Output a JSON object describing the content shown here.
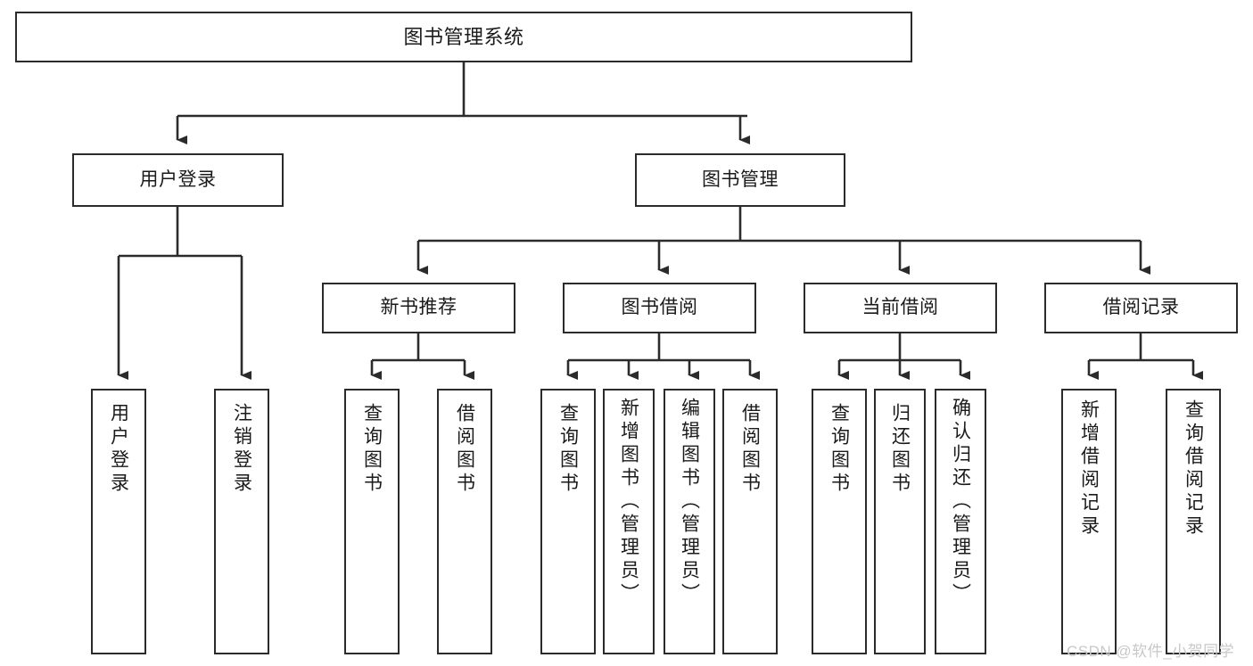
{
  "diagram": {
    "title": "图书管理系统",
    "type": "hierarchy-tree",
    "colors": {
      "box_stroke": "#2b2b2b",
      "box_fill": "#ffffff",
      "line": "#2b2b2b",
      "text": "#1a1a1a",
      "watermark": "#c8c8c8",
      "background": "#ffffff"
    },
    "levels": {
      "level0_label": "系统",
      "level1_label": "模块",
      "level2_label": "子模块",
      "level3_label": "功能"
    },
    "root": {
      "id": "root",
      "label": "图书管理系统"
    },
    "level1": [
      {
        "id": "user-login",
        "label": "用户登录"
      },
      {
        "id": "book-manage",
        "label": "图书管理"
      }
    ],
    "level2": [
      {
        "id": "new-book-rec",
        "label": "新书推荐",
        "parent": "book-manage"
      },
      {
        "id": "book-borrow",
        "label": "图书借阅",
        "parent": "book-manage"
      },
      {
        "id": "current-borrow",
        "label": "当前借阅",
        "parent": "book-manage"
      },
      {
        "id": "borrow-record",
        "label": "借阅记录",
        "parent": "book-manage"
      }
    ],
    "leaves": [
      {
        "id": "leaf-user-login",
        "label": "用户登录",
        "parent": "user-login"
      },
      {
        "id": "leaf-logout",
        "label": "注销登录",
        "parent": "user-login"
      },
      {
        "id": "leaf-query-book-1",
        "label": "查询图书",
        "parent": "new-book-rec"
      },
      {
        "id": "leaf-borrow-book-1",
        "label": "借阅图书",
        "parent": "new-book-rec"
      },
      {
        "id": "leaf-query-book-2",
        "label": "查询图书",
        "parent": "book-borrow"
      },
      {
        "id": "leaf-add-book",
        "label": "新增图书（管理员）",
        "parent": "book-borrow"
      },
      {
        "id": "leaf-edit-book",
        "label": "编辑图书（管理员）",
        "parent": "book-borrow"
      },
      {
        "id": "leaf-borrow-book-2",
        "label": "借阅图书",
        "parent": "book-borrow"
      },
      {
        "id": "leaf-query-book-3",
        "label": "查询图书",
        "parent": "current-borrow"
      },
      {
        "id": "leaf-return-book",
        "label": "归还图书",
        "parent": "current-borrow"
      },
      {
        "id": "leaf-confirm-return",
        "label": "确认归还（管理员）",
        "parent": "current-borrow"
      },
      {
        "id": "leaf-add-record",
        "label": "新增借阅记录",
        "parent": "borrow-record"
      },
      {
        "id": "leaf-query-record",
        "label": "查询借阅记录",
        "parent": "borrow-record"
      }
    ],
    "watermark": "CSDN @软件_小贺同学"
  }
}
